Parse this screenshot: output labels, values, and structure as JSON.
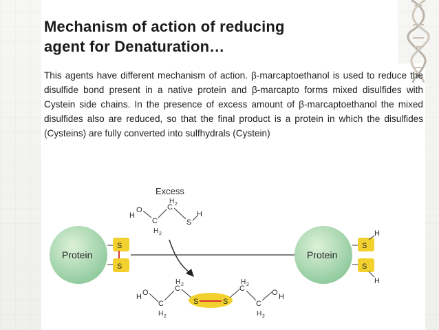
{
  "slide": {
    "title_line1": "Mechanism of action of reducing",
    "title_line2": "agent for Denaturation…",
    "paragraph": "This agents have different mechanism of action. β-marcaptoethanol is used to reduce the disulfide bond present in a native protein and β-marcapto forms mixed disulfides with Cystein side chains. In the presence of excess amount of β-marcaptoethanol the mixed disulfides also are reduced, so that the final product is a protein in which the disulfides (Cysteins) are fully converted into sulfhydrals (Cystein)"
  },
  "diagram": {
    "excess_label": "Excess",
    "protein_left_label": "Protein",
    "protein_right_label": "Protein",
    "atom_s": "S",
    "atom_h": "H",
    "atom_o": "O",
    "atom_c": "C",
    "group_h2": "H",
    "subscript_2": "2",
    "colors": {
      "protein": "#a8d8a8",
      "protein_edge": "#6fae7a",
      "sulfur": "#f2d12e",
      "disulfide_bond": "#d9342b"
    }
  }
}
